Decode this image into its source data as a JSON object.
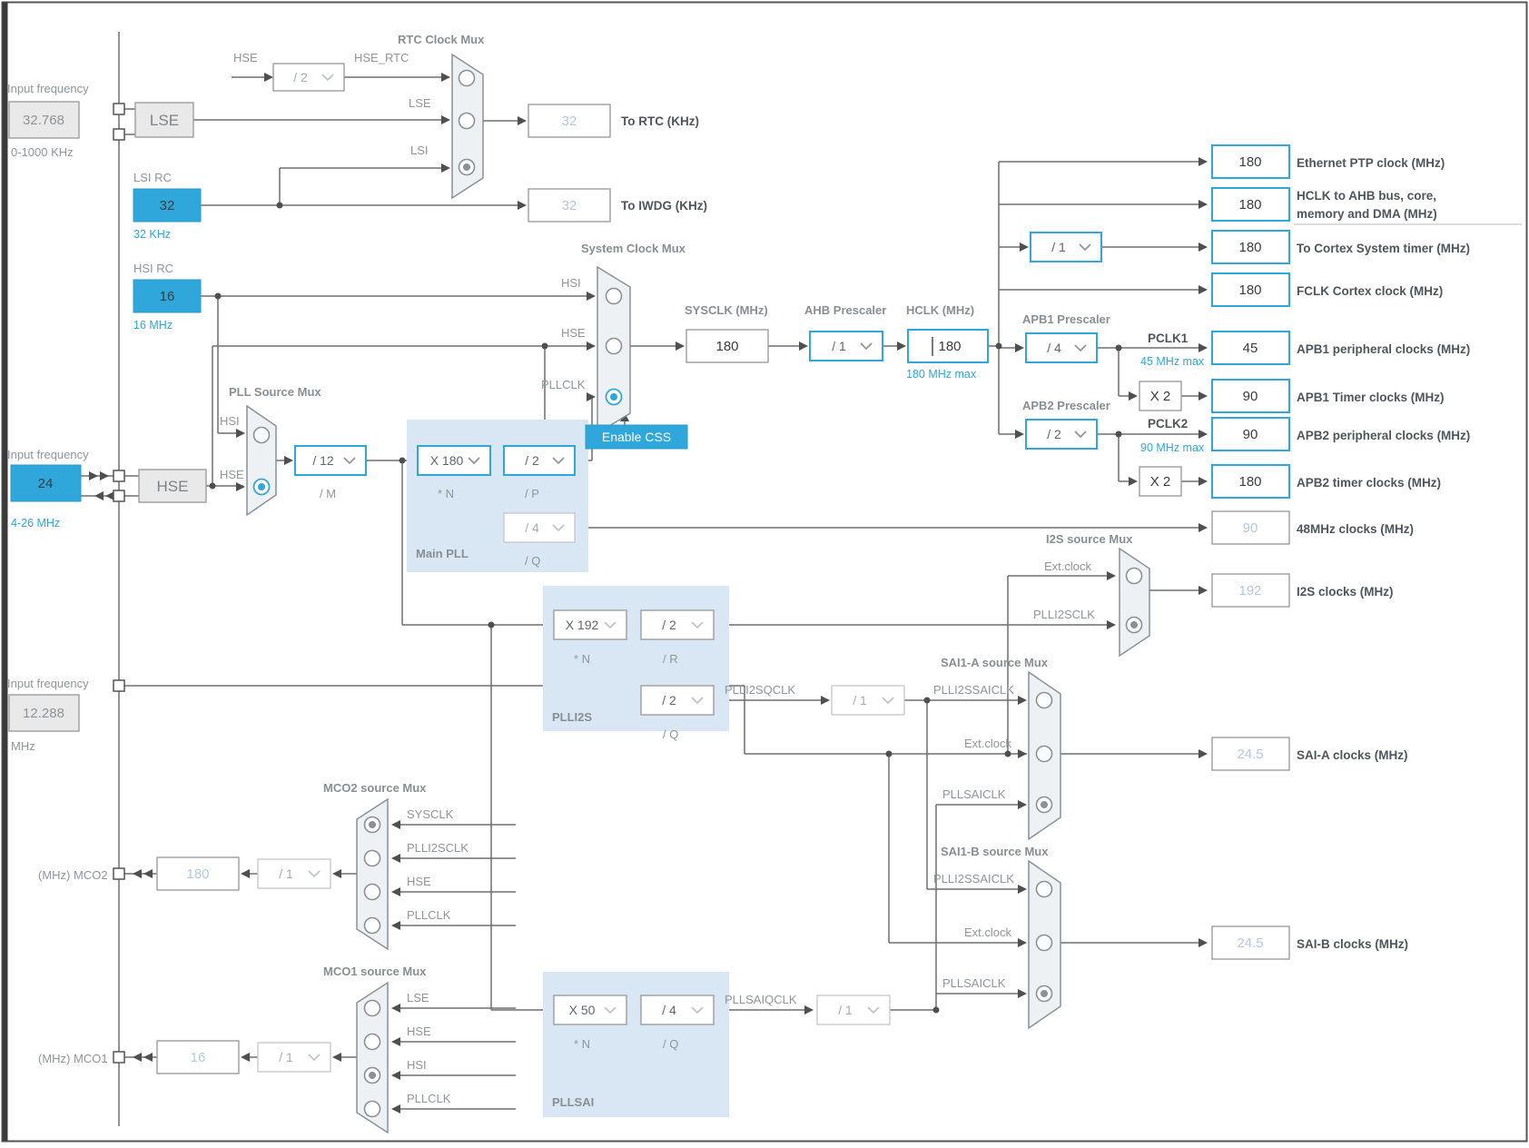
{
  "colors": {
    "accent": "#2fa7da",
    "pll_region": "#d9e7f5",
    "disabled_value": "#b3c8e1"
  },
  "osc": {
    "lse_input": {
      "label": "Input frequency",
      "value": "32.768",
      "range": "0-1000 KHz"
    },
    "hse_input": {
      "label": "Input frequency",
      "value": "24",
      "range": "4-26 MHz"
    },
    "i2s_input": {
      "label": "Input frequency",
      "value": "12.288",
      "unit": "MHz"
    },
    "lse": "LSE",
    "hse": "HSE",
    "lsi_rc": {
      "title": "LSI RC",
      "value": "32",
      "freq": "32 KHz"
    },
    "hsi_rc": {
      "title": "HSI RC",
      "value": "16",
      "freq": "16 MHz"
    }
  },
  "rtc": {
    "mux_title": "RTC Clock Mux",
    "hse_stub": "HSE",
    "hse_div": "/ 2",
    "hse_rtc": "HSE_RTC",
    "in_lse": "LSE",
    "in_lsi": "LSI",
    "to_rtc": {
      "value": "32",
      "label": "To RTC (KHz)"
    },
    "to_iwdg": {
      "value": "32",
      "label": "To IWDG (KHz)"
    }
  },
  "sysmux": {
    "title": "System Clock Mux",
    "in_hsi": "HSI",
    "in_hse": "HSE",
    "in_pllclk": "PLLCLK",
    "enable_css": "Enable CSS",
    "sysclk": {
      "label": "SYSCLK (MHz)",
      "value": "180"
    },
    "ahb": {
      "label": "AHB Prescaler",
      "value": "/ 1"
    },
    "hclk": {
      "label": "HCLK (MHz)",
      "value": "180",
      "max": "180 MHz max"
    }
  },
  "pllmux": {
    "title": "PLL Source Mux",
    "in_hsi": "HSI",
    "in_hse": "HSE",
    "m_value": "/ 12",
    "m_label": "/ M"
  },
  "mainpll": {
    "title": "Main PLL",
    "n_value": "X 180",
    "n_label": "* N",
    "p_value": "/ 2",
    "p_label": "/ P",
    "q_value": "/ 4",
    "q_label": "/ Q"
  },
  "outputs": {
    "eth": {
      "value": "180",
      "label": "Ethernet PTP clock (MHz)"
    },
    "hclk_ahb": {
      "value": "180",
      "label1": "HCLK to AHB bus, core,",
      "label2": "memory and DMA (MHz)"
    },
    "cortex": {
      "div": "/ 1",
      "value": "180",
      "label": "To Cortex System timer (MHz)"
    },
    "fclk": {
      "value": "180",
      "label": "FCLK Cortex clock (MHz)"
    },
    "clk48": {
      "value": "90",
      "label": "48MHz clocks (MHz)"
    },
    "i2s": {
      "value": "192",
      "label": "I2S clocks (MHz)"
    },
    "sai_a": {
      "value": "24.5",
      "label": "SAI-A clocks (MHz)"
    },
    "sai_b": {
      "value": "24.5",
      "label": "SAI-B clocks (MHz)"
    }
  },
  "apb1": {
    "title": "APB1 Prescaler",
    "div": "/ 4",
    "pclk": "PCLK1",
    "max": "45 MHz max",
    "mult": "X 2",
    "periph": {
      "value": "45",
      "label": "APB1 peripheral clocks (MHz)"
    },
    "timer": {
      "value": "90",
      "label": "APB1 Timer clocks (MHz)"
    }
  },
  "apb2": {
    "title": "APB2 Prescaler",
    "div": "/ 2",
    "pclk": "PCLK2",
    "max": "90 MHz max",
    "mult": "X 2",
    "periph": {
      "value": "90",
      "label": "APB2 peripheral clocks (MHz)"
    },
    "timer": {
      "value": "180",
      "label": "APB2 timer clocks (MHz)"
    }
  },
  "i2smux": {
    "title": "I2S source Mux",
    "in_ext": "Ext.clock",
    "in_pll": "PLLI2SCLK"
  },
  "plli2s": {
    "title": "PLLI2S",
    "n_value": "X 192",
    "n_label": "* N",
    "r_value": "/ 2",
    "r_label": "/ R",
    "q_value": "/ 2",
    "q_label": "/ Q",
    "qclk": "PLLI2SQCLK",
    "qdiv": "/ 1",
    "saiclk": "PLLI2SSAICLK"
  },
  "saia": {
    "title": "SAI1-A source Mux",
    "in1": "PLLI2SSAICLK",
    "in2": "Ext.clock",
    "in3": "PLLSAICLK"
  },
  "saib": {
    "title": "SAI1-B source Mux",
    "in1": "PLLI2SSAICLK",
    "in2": "Ext.clock",
    "in3": "PLLSAICLK"
  },
  "pllsai": {
    "title": "PLLSAI",
    "n_value": "X 50",
    "n_label": "* N",
    "q_value": "/ 4",
    "q_label": "/ Q",
    "qclk": "PLLSAIQCLK",
    "qdiv": "/ 1",
    "saiclk": "PLLSAICLK"
  },
  "mco2": {
    "title": "MCO2 source Mux",
    "in1": "SYSCLK",
    "in2": "PLLI2SCLK",
    "in3": "HSE",
    "in4": "PLLCLK",
    "div": "/ 1",
    "value": "180",
    "label": "(MHz) MCO2"
  },
  "mco1": {
    "title": "MCO1 source Mux",
    "in1": "LSE",
    "in2": "HSE",
    "in3": "HSI",
    "in4": "PLLCLK",
    "div": "/ 1",
    "value": "16",
    "label": "(MHz) MCO1"
  }
}
